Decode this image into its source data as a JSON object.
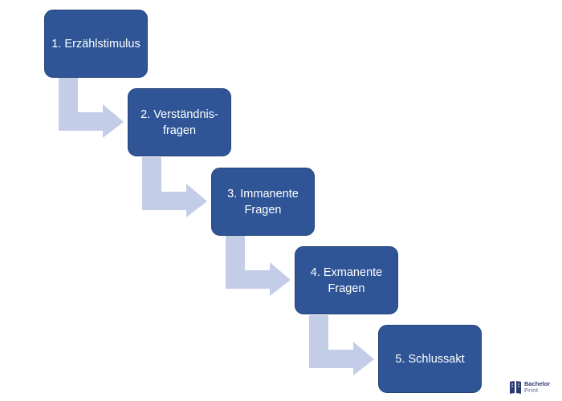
{
  "colors": {
    "box_fill": "#2f5597",
    "box_border": "#25447a",
    "arrow_fill": "#c4cde8",
    "logo_primary": "#2d3c70",
    "logo_secondary": "#8a92b2"
  },
  "steps": [
    {
      "label": "1. Erzählstimulus"
    },
    {
      "label": "2. Verständnis-\nfragen"
    },
    {
      "label": "3. Immanente\nFragen"
    },
    {
      "label": "4. Exmanente\nFragen"
    },
    {
      "label": "5. Schlussakt"
    }
  ],
  "logo": {
    "icon": "book-logo-icon",
    "line_1": "Bachelor",
    "line_2": "Print"
  }
}
